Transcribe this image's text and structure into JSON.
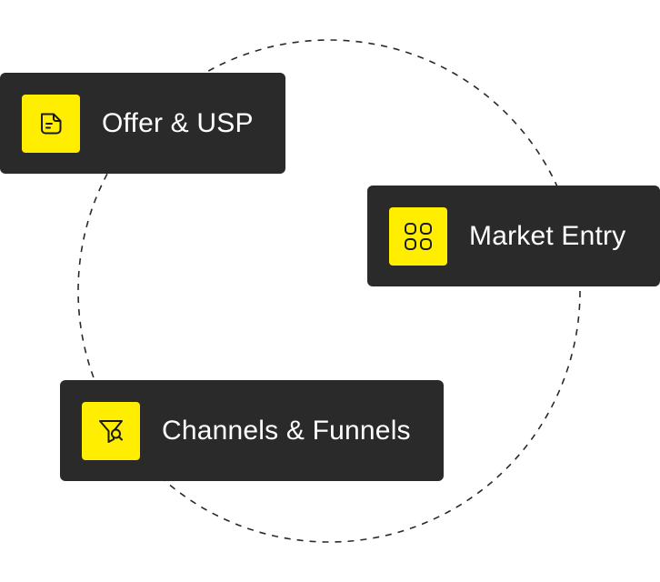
{
  "colors": {
    "background": "#ffffff",
    "card": "#2a2a2a",
    "card_text": "#ffffff",
    "accent": "#ffee00",
    "icon_stroke": "#1a1a1a",
    "orbit": "#2a2a2a"
  },
  "cards": [
    {
      "id": "offer",
      "label": "Offer & USP",
      "icon": "document-icon"
    },
    {
      "id": "market",
      "label": "Market Entry",
      "icon": "grid-icon"
    },
    {
      "id": "channels",
      "label": "Channels & Funnels",
      "icon": "funnel-search-icon"
    }
  ]
}
